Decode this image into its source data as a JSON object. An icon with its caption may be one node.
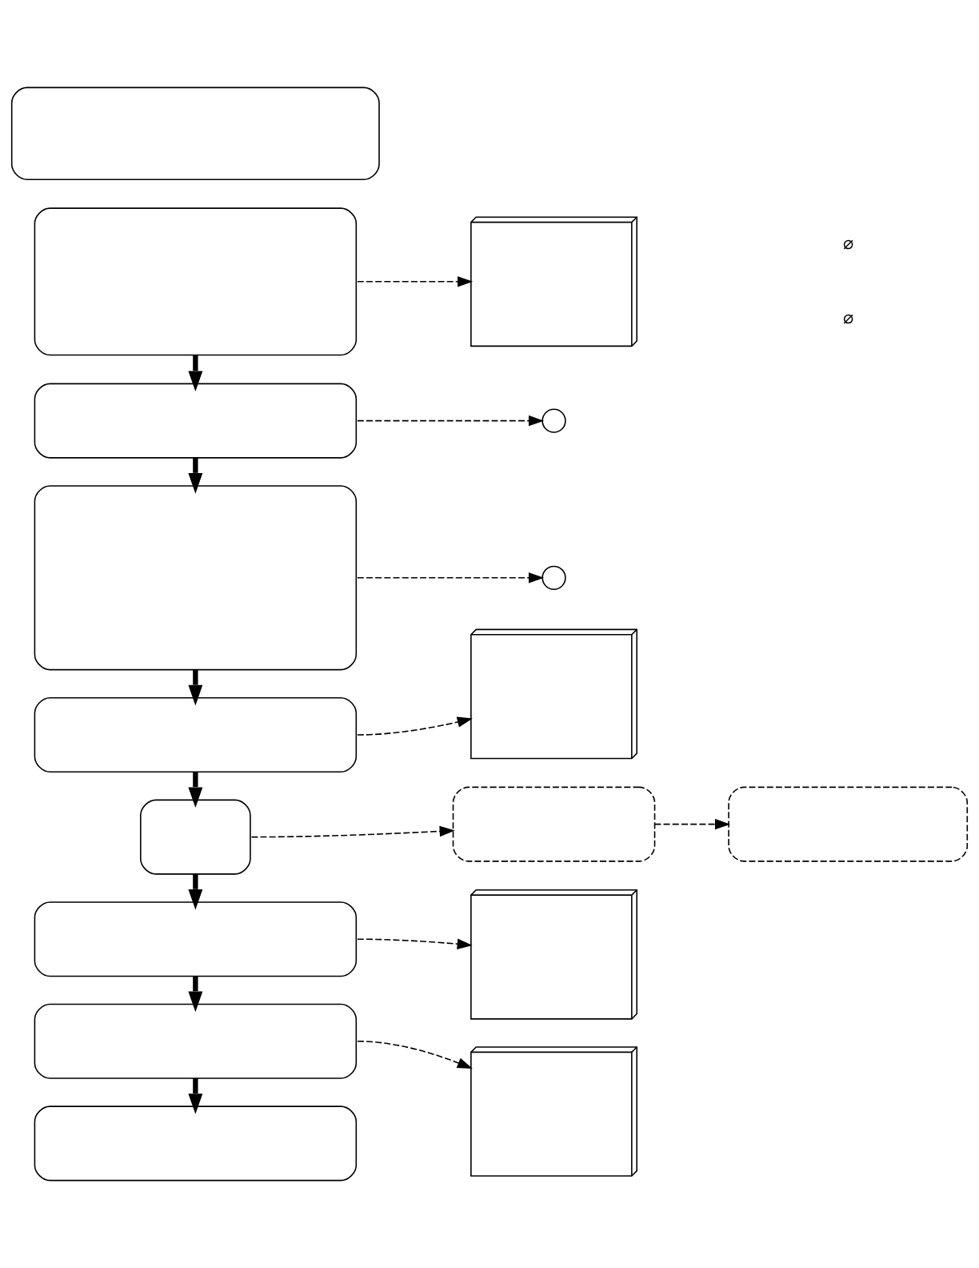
{
  "diagram": {
    "nodes": [
      {
        "text": [],
        "shape": "box"
      },
      {
        "text": [],
        "shape": "box"
      },
      {
        "text": [],
        "shape": "box"
      },
      {
        "text": [],
        "shape": "box"
      },
      {
        "text": [],
        "shape": "box"
      },
      {
        "text": [],
        "shape": "box"
      },
      {
        "text": [],
        "shape": "box"
      },
      {
        "text": [],
        "shape": "box"
      },
      {
        "text": [],
        "shape": "box"
      },
      {
        "text": [],
        "shape": "box"
      },
      {
        "text": [],
        "shape": "box"
      },
      {
        "text": [],
        "shape": "picture"
      },
      {
        "text": [],
        "shape": "circle"
      },
      {
        "text": [],
        "shape": "circle"
      },
      {
        "text": [],
        "shape": "picture"
      },
      {
        "text": [],
        "shape": "picture"
      },
      {
        "text": [],
        "shape": "picture"
      }
    ],
    "edges": [
      {
        "from": 0,
        "to": 1,
        "arrow": "to",
        "style": "thick"
      },
      {
        "from": 1,
        "to": 2,
        "arrow": "to",
        "style": "thick"
      },
      {
        "from": 2,
        "to": 3,
        "arrow": "to",
        "style": "thick"
      },
      {
        "from": 3,
        "to": 4,
        "arrow": "to",
        "style": "thick"
      },
      {
        "from": 4,
        "to": 7,
        "arrow": "to",
        "style": "thick"
      },
      {
        "from": 7,
        "to": 8,
        "arrow": "to",
        "style": "thick"
      },
      {
        "from": 8,
        "to": 9,
        "arrow": "to",
        "style": "thick"
      },
      {
        "from": 0,
        "to": 11,
        "arrow": "to",
        "style": "dashed"
      },
      {
        "from": 1,
        "to": 12,
        "arrow": "to",
        "style": "dashed"
      },
      {
        "from": 2,
        "to": 13,
        "arrow": "to",
        "style": "dashed"
      },
      {
        "from": 3,
        "to": 14,
        "arrow": "to",
        "style": "dashed"
      },
      {
        "from": 4,
        "to": 5,
        "arrow": "to",
        "style": "dashed"
      },
      {
        "from": 5,
        "to": 6,
        "arrow": "to",
        "style": "dashed"
      },
      {
        "from": 7,
        "to": 15,
        "arrow": "to",
        "style": "dashed"
      },
      {
        "from": 8,
        "to": 16,
        "arrow": "to",
        "style": "dashed"
      }
    ],
    "labels": [
      "⌀",
      "⌀"
    ]
  }
}
